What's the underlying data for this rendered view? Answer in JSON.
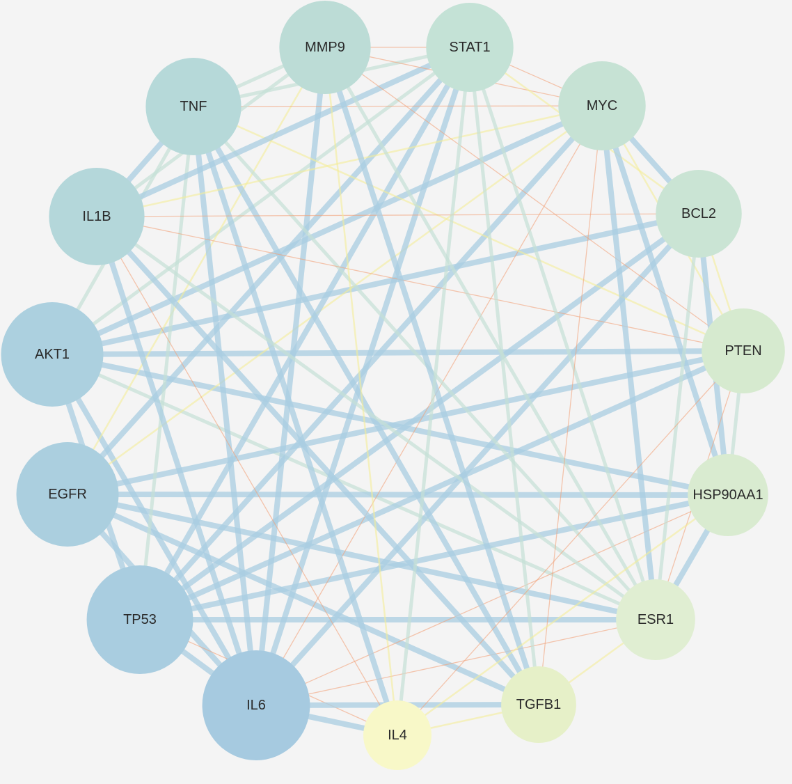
{
  "colors": {
    "background": "#f4f4f4",
    "edge_strong": "#a9cde2",
    "edge_medium": "#c5dfd6",
    "edge_weak_orange": "#f2a27a",
    "edge_weak_yellow": "#f3ec9a"
  },
  "nodes": [
    {
      "id": "MMP9",
      "color": "#bcdcd6"
    },
    {
      "id": "STAT1",
      "color": "#c4e2d6"
    },
    {
      "id": "MYC",
      "color": "#c6e2d4"
    },
    {
      "id": "BCL2",
      "color": "#cae4d4"
    },
    {
      "id": "PTEN",
      "color": "#d6eacf"
    },
    {
      "id": "HSP90AA1",
      "color": "#d9ebd0"
    },
    {
      "id": "ESR1",
      "color": "#e0eed2"
    },
    {
      "id": "TGFB1",
      "color": "#e6f0c8"
    },
    {
      "id": "IL4",
      "color": "#f8f8c8"
    },
    {
      "id": "IL6",
      "color": "#a6cae0"
    },
    {
      "id": "TP53",
      "color": "#a9cde0"
    },
    {
      "id": "EGFR",
      "color": "#abcfdf"
    },
    {
      "id": "AKT1",
      "color": "#acd0df"
    },
    {
      "id": "IL1B",
      "color": "#b4d7da"
    },
    {
      "id": "TNF",
      "color": "#b6d9d9"
    }
  ],
  "edges": [
    [
      "AKT1",
      "BCL2",
      "strong"
    ],
    [
      "AKT1",
      "PTEN",
      "strong"
    ],
    [
      "AKT1",
      "HSP90AA1",
      "strong"
    ],
    [
      "AKT1",
      "TP53",
      "strong"
    ],
    [
      "AKT1",
      "MYC",
      "strong"
    ],
    [
      "AKT1",
      "IL6",
      "strong"
    ],
    [
      "AKT1",
      "ESR1",
      "medium"
    ],
    [
      "AKT1",
      "STAT1",
      "medium"
    ],
    [
      "AKT1",
      "TNF",
      "medium"
    ],
    [
      "EGFR",
      "HSP90AA1",
      "strong"
    ],
    [
      "EGFR",
      "PTEN",
      "strong"
    ],
    [
      "EGFR",
      "ESR1",
      "strong"
    ],
    [
      "EGFR",
      "STAT1",
      "strong"
    ],
    [
      "EGFR",
      "IL6",
      "strong"
    ],
    [
      "EGFR",
      "TGFB1",
      "strong"
    ],
    [
      "EGFR",
      "MMP9",
      "weak_yellow"
    ],
    [
      "EGFR",
      "MYC",
      "weak_yellow"
    ],
    [
      "TP53",
      "HSP90AA1",
      "strong"
    ],
    [
      "TP53",
      "ESR1",
      "strong"
    ],
    [
      "TP53",
      "MYC",
      "strong"
    ],
    [
      "TP53",
      "BCL2",
      "strong"
    ],
    [
      "TP53",
      "PTEN",
      "strong"
    ],
    [
      "TP53",
      "STAT1",
      "strong"
    ],
    [
      "TP53",
      "IL6",
      "strong"
    ],
    [
      "TP53",
      "TNF",
      "medium"
    ],
    [
      "TP53",
      "IL4",
      "weak_orange"
    ],
    [
      "IL6",
      "MYC",
      "weak_orange"
    ],
    [
      "IL6",
      "STAT1",
      "strong"
    ],
    [
      "IL6",
      "MMP9",
      "strong"
    ],
    [
      "IL6",
      "TNF",
      "strong"
    ],
    [
      "IL6",
      "IL1B",
      "strong"
    ],
    [
      "IL6",
      "TGFB1",
      "strong"
    ],
    [
      "IL6",
      "IL4",
      "strong"
    ],
    [
      "IL6",
      "BCL2",
      "strong"
    ],
    [
      "IL6",
      "HSP90AA1",
      "weak_orange"
    ],
    [
      "IL6",
      "ESR1",
      "weak_orange"
    ],
    [
      "TNF",
      "IL4",
      "strong"
    ],
    [
      "TNF",
      "TGFB1",
      "strong"
    ],
    [
      "TNF",
      "MMP9",
      "medium"
    ],
    [
      "TNF",
      "MYC",
      "weak_orange"
    ],
    [
      "TNF",
      "ESR1",
      "medium"
    ],
    [
      "TNF",
      "IL1B",
      "strong"
    ],
    [
      "TNF",
      "STAT1",
      "medium"
    ],
    [
      "TNF",
      "PTEN",
      "weak_yellow"
    ],
    [
      "IL1B",
      "TGFB1",
      "strong"
    ],
    [
      "IL1B",
      "IL4",
      "weak_orange"
    ],
    [
      "IL1B",
      "PTEN",
      "weak_orange"
    ],
    [
      "IL1B",
      "BCL2",
      "weak_orange"
    ],
    [
      "IL1B",
      "MMP9",
      "medium"
    ],
    [
      "IL1B",
      "STAT1",
      "strong"
    ],
    [
      "IL1B",
      "ESR1",
      "medium"
    ],
    [
      "IL1B",
      "MYC",
      "weak_yellow"
    ],
    [
      "MMP9",
      "TGFB1",
      "strong"
    ],
    [
      "MMP9",
      "MYC",
      "weak_orange"
    ],
    [
      "MMP9",
      "PTEN",
      "weak_orange"
    ],
    [
      "MMP9",
      "STAT1",
      "weak_orange"
    ],
    [
      "MMP9",
      "ESR1",
      "medium"
    ],
    [
      "MMP9",
      "IL4",
      "weak_yellow"
    ],
    [
      "STAT1",
      "ESR1",
      "medium"
    ],
    [
      "STAT1",
      "TGFB1",
      "medium"
    ],
    [
      "STAT1",
      "IL4",
      "medium"
    ],
    [
      "STAT1",
      "MYC",
      "weak_orange"
    ],
    [
      "STAT1",
      "BCL2",
      "weak_yellow"
    ],
    [
      "MYC",
      "ESR1",
      "strong"
    ],
    [
      "MYC",
      "HSP90AA1",
      "strong"
    ],
    [
      "MYC",
      "BCL2",
      "strong"
    ],
    [
      "MYC",
      "TGFB1",
      "weak_orange"
    ],
    [
      "MYC",
      "PTEN",
      "weak_yellow"
    ],
    [
      "BCL2",
      "ESR1",
      "medium"
    ],
    [
      "BCL2",
      "HSP90AA1",
      "strong"
    ],
    [
      "BCL2",
      "PTEN",
      "weak_yellow"
    ],
    [
      "PTEN",
      "IL4",
      "weak_orange"
    ],
    [
      "PTEN",
      "ESR1",
      "weak_orange"
    ],
    [
      "PTEN",
      "HSP90AA1",
      "medium"
    ],
    [
      "HSP90AA1",
      "ESR1",
      "strong"
    ],
    [
      "HSP90AA1",
      "IL4",
      "weak_yellow"
    ],
    [
      "ESR1",
      "TGFB1",
      "weak_yellow"
    ],
    [
      "TGFB1",
      "IL4",
      "weak_yellow"
    ]
  ]
}
